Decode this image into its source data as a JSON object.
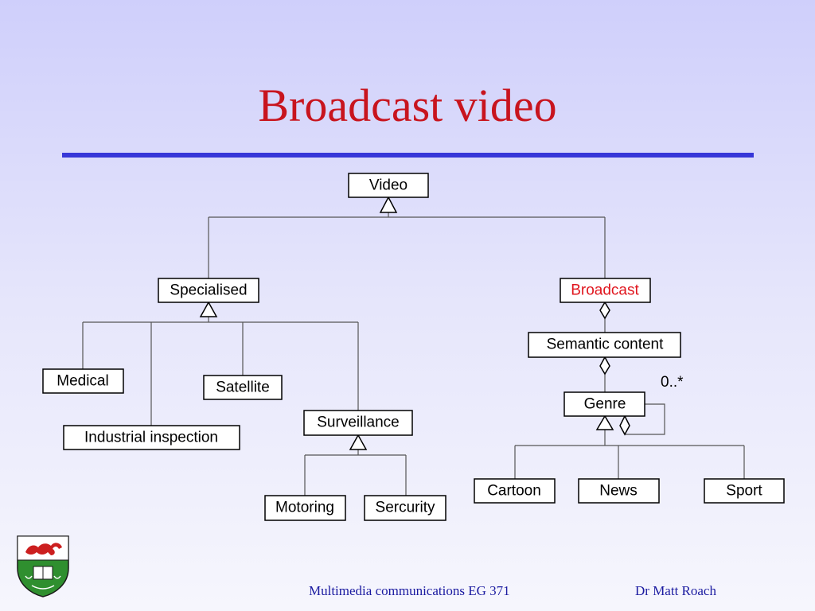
{
  "slide": {
    "title": "Broadcast video",
    "footer_left": "Multimedia communications EG 371",
    "footer_right": "Dr Matt Roach",
    "accent_color": "#c8141e",
    "rule_color": "#3737d8",
    "footer_color": "#1a1aa0"
  },
  "diagram": {
    "nodes": {
      "video": "Video",
      "specialised": "Specialised",
      "broadcast": "Broadcast",
      "medical": "Medical",
      "satellite": "Satellite",
      "industrial_inspection": "Industrial inspection",
      "surveillance": "Surveillance",
      "motoring": "Motoring",
      "sercurity": "Sercurity",
      "semantic_content": "Semantic content",
      "genre": "Genre",
      "cartoon": "Cartoon",
      "news": "News",
      "sport": "Sport"
    },
    "multiplicity": "0..*",
    "highlight_color": "#e0161e"
  }
}
